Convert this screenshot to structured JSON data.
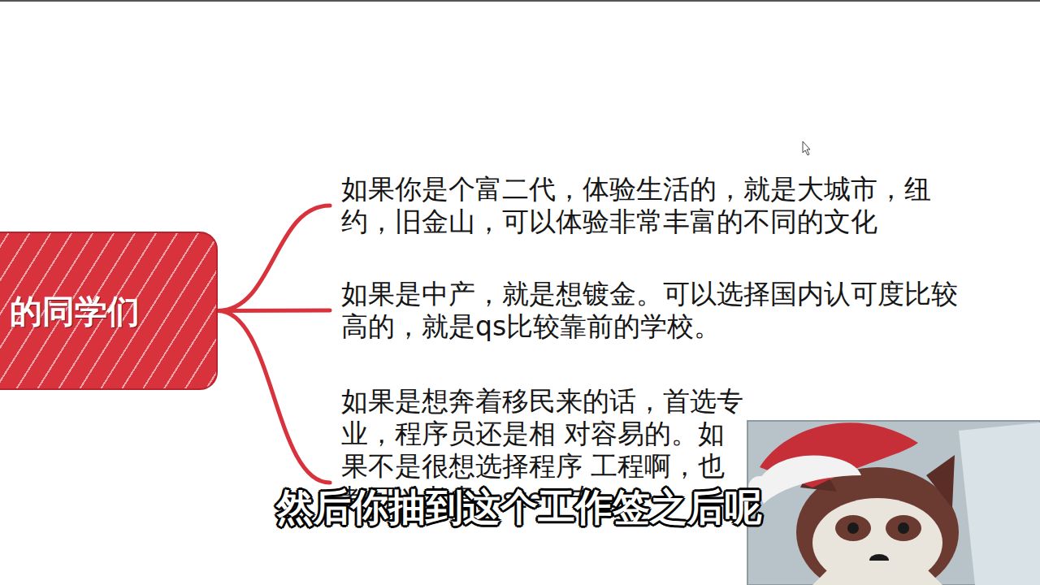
{
  "diagram": {
    "nodes": [
      {
        "text": [
          "的同学们"
        ]
      },
      {
        "text": [
          "如果你是个富二代，体验生活的，就是大城市，纽 约，旧金山，可以体验非常丰富的不同的文化"
        ]
      },
      {
        "text": [
          "如果是中产，就是想镀金。可以选择国内认可度比较 高的，就是qs比较靠前的学校。"
        ]
      },
      {
        "text": [
          "如果是想奔着移民来的话，首选专业，程序员还是相 对容易的。如果不是很想选择程序 工程啊，也都可以考虑。stem专"
        ]
      }
    ],
    "edges": [
      {
        "from": 0,
        "to": 1,
        "arrow": "none"
      },
      {
        "from": 0,
        "to": 2,
        "arrow": "none"
      },
      {
        "from": 0,
        "to": 3,
        "arrow": "none"
      }
    ],
    "labels": [
      "然后你抽到这个工作签之后呢"
    ]
  }
}
